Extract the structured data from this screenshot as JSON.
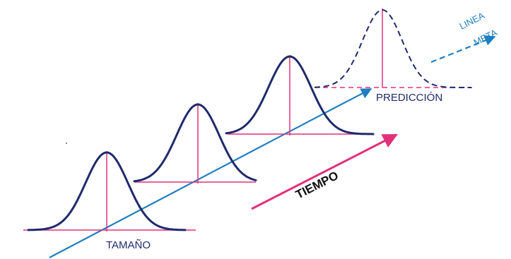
{
  "labels": {
    "size": "TAMAÑO",
    "time": "TIEMPO",
    "prediction": "PREDICCIÓN",
    "goal_line_1": "LINEA",
    "goal_line_2": "META"
  },
  "colors": {
    "curve": "#1f2a6b",
    "pink": "#e2307a",
    "blue": "#1e7fc1",
    "text_dark": "#1f2a6b",
    "goal_text": "#1e7fc1"
  }
}
